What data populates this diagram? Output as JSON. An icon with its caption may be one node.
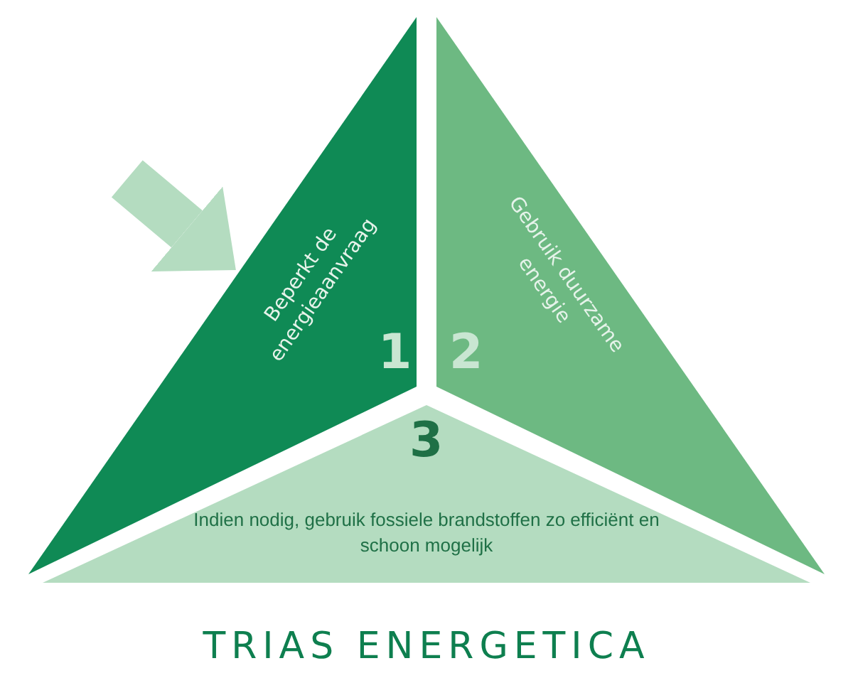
{
  "diagram": {
    "title": "TRIAS ENERGETICA",
    "nodes": [
      {
        "text": [
          "1",
          "Beperkt de energieaanvraag"
        ]
      },
      {
        "text": [
          "2",
          "Gebruik duurzame energie"
        ]
      },
      {
        "text": [
          "3",
          "Indien nodig, gebruik fossiele brandstoffen zo efficiënt en schoon mogelijk"
        ]
      }
    ]
  }
}
